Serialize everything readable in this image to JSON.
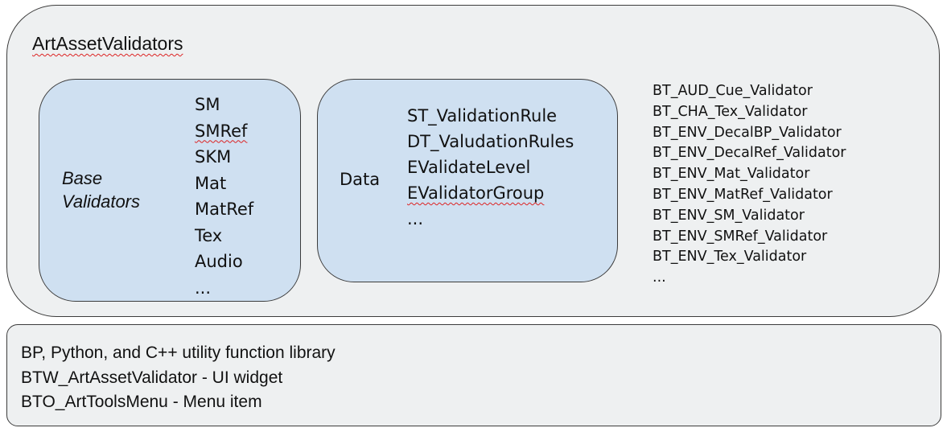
{
  "outer": {
    "title": "ArtAssetValidators",
    "base_validators": {
      "label_line1": "Base",
      "label_line2": "Validators",
      "items": [
        "SM",
        "SMRef",
        "SKM",
        "Mat",
        "MatRef",
        "Tex",
        "Audio",
        "..."
      ]
    },
    "data": {
      "label": "Data",
      "items": [
        "ST_ValidationRule",
        "DT_ValudationRules",
        "EValidateLevel",
        "EValidatorGroup",
        "..."
      ]
    },
    "bt_validators": [
      "BT_AUD_Cue_Validator",
      "BT_CHA_Tex_Validator",
      "BT_ENV_DecalBP_Validator",
      "BT_ENV_DecalRef_Validator",
      "BT_ENV_Mat_Validator",
      "BT_ENV_MatRef_Validator",
      "BT_ENV_SM_Validator",
      "BT_ENV_SMRef_Validator",
      "BT_ENV_Tex_Validator",
      "..."
    ]
  },
  "bottom": {
    "lines": [
      "BP, Python, and C++ utility function library",
      "BTW_ArtAssetValidator - UI widget",
      "BTO_ArtToolsMenu - Menu item"
    ]
  },
  "colors": {
    "outer_fill": "#eef0f1",
    "inner_fill": "#cfe0f1",
    "border": "#3c3c3c",
    "spellcheck_underline": "#dd2222"
  }
}
